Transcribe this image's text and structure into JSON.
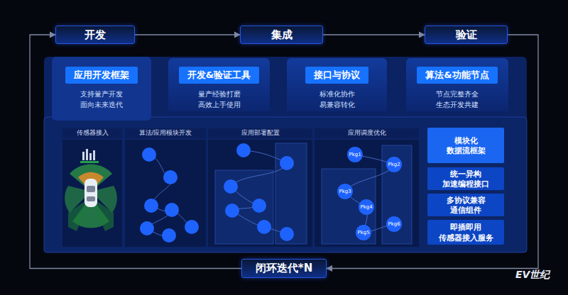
{
  "diagram": {
    "nodes": [
      {
        "text": [
          "开发"
        ]
      },
      {
        "text": [
          "集成"
        ]
      },
      {
        "text": [
          "验证"
        ]
      },
      {
        "text": [
          "应用开发框架",
          "支持量产开发 面向未来迭代"
        ]
      },
      {
        "text": [
          "开发&验证工具",
          "量产经验打磨 高效上手使用"
        ]
      },
      {
        "text": [
          "接口与协议",
          "标准化协作 易兼容转化"
        ]
      },
      {
        "text": [
          "算法&功能节点",
          "节点完整齐全 生态开发共建"
        ]
      },
      {
        "text": [
          "传感器接入"
        ]
      },
      {
        "text": [
          "算法/应用模块开发"
        ]
      },
      {
        "text": [
          "应用部署配置"
        ]
      },
      {
        "text": [
          "应用调度优化"
        ]
      },
      {
        "text": [
          "模块化 数据流框架"
        ]
      },
      {
        "text": [
          "统一异构 加速编程接口"
        ]
      },
      {
        "text": [
          "多协议兼容 通信组件"
        ]
      },
      {
        "text": [
          "即插即用 传感器接入服务"
        ]
      },
      {
        "text": [
          "闭环迭代*N"
        ]
      }
    ],
    "edges": [
      {
        "from": 0,
        "to": 1,
        "arrow": "to"
      },
      {
        "from": 1,
        "to": 2,
        "arrow": "to"
      },
      {
        "from": 2,
        "to": 15,
        "arrow": "to"
      },
      {
        "from": 15,
        "to": 0,
        "arrow": "to"
      }
    ],
    "labels": [
      "Pkg1",
      "Pkg2",
      "Pkg3",
      "Pkg4",
      "Pkg5",
      "Pkg6",
      "EV世纪"
    ]
  }
}
